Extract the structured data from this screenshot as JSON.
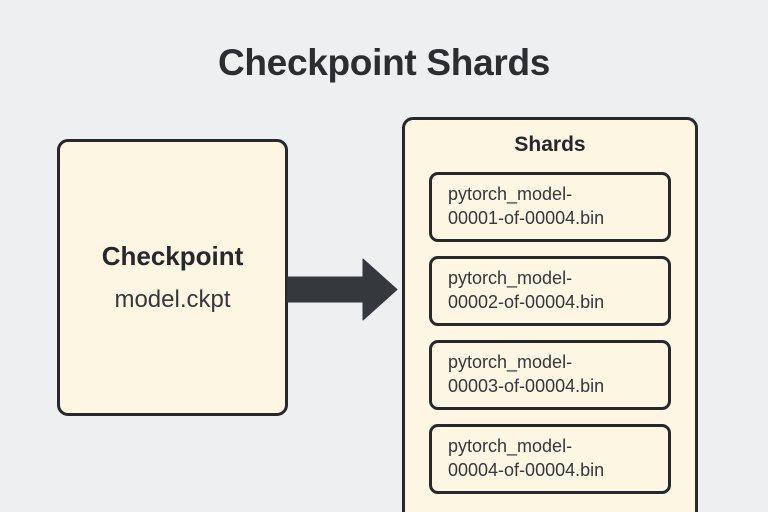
{
  "title": "Checkpoint Shards",
  "source": {
    "name": "Checkpoint",
    "filename": "model.ckpt"
  },
  "arrow": {
    "direction": "right",
    "color": "#35383d"
  },
  "shards_panel": {
    "heading": "Shards",
    "shards": [
      {
        "label": "pytorch_model-\n00001-of-00004.bin"
      },
      {
        "label": "pytorch_model-\n00002-of-00004.bin"
      },
      {
        "label": "pytorch_model-\n00003-of-00004.bin"
      },
      {
        "label": "pytorch_model-\n00004-of-00004.bin"
      }
    ]
  },
  "colors": {
    "background": "#edeff1",
    "node_fill": "#fdf6e3",
    "stroke": "#26282c",
    "text": "#35383d",
    "title_text": "#2b2d31"
  }
}
